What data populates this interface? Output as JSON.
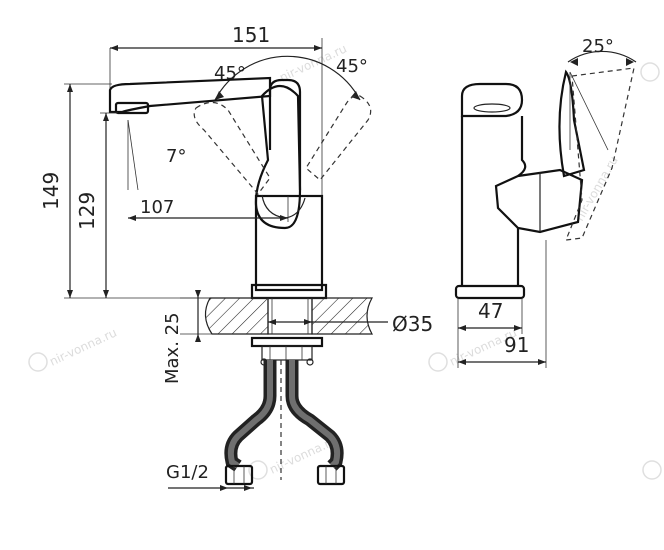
{
  "dimensions": {
    "spout_reach": "151",
    "angle_left": "45°",
    "angle_right": "45°",
    "angle_tilt": "7°",
    "height_total": "149",
    "height_outlet": "129",
    "outlet_offset": "107",
    "max_thickness": "Max. 25",
    "hole_diameter": "Ø35",
    "base_width": "47",
    "total_depth": "91",
    "lever_angle": "25°",
    "thread": "G1/2"
  },
  "watermark": {
    "text": "nir-vonna.ru"
  },
  "icons": {
    "watermark_logo": "circle-e-logo-icon"
  }
}
